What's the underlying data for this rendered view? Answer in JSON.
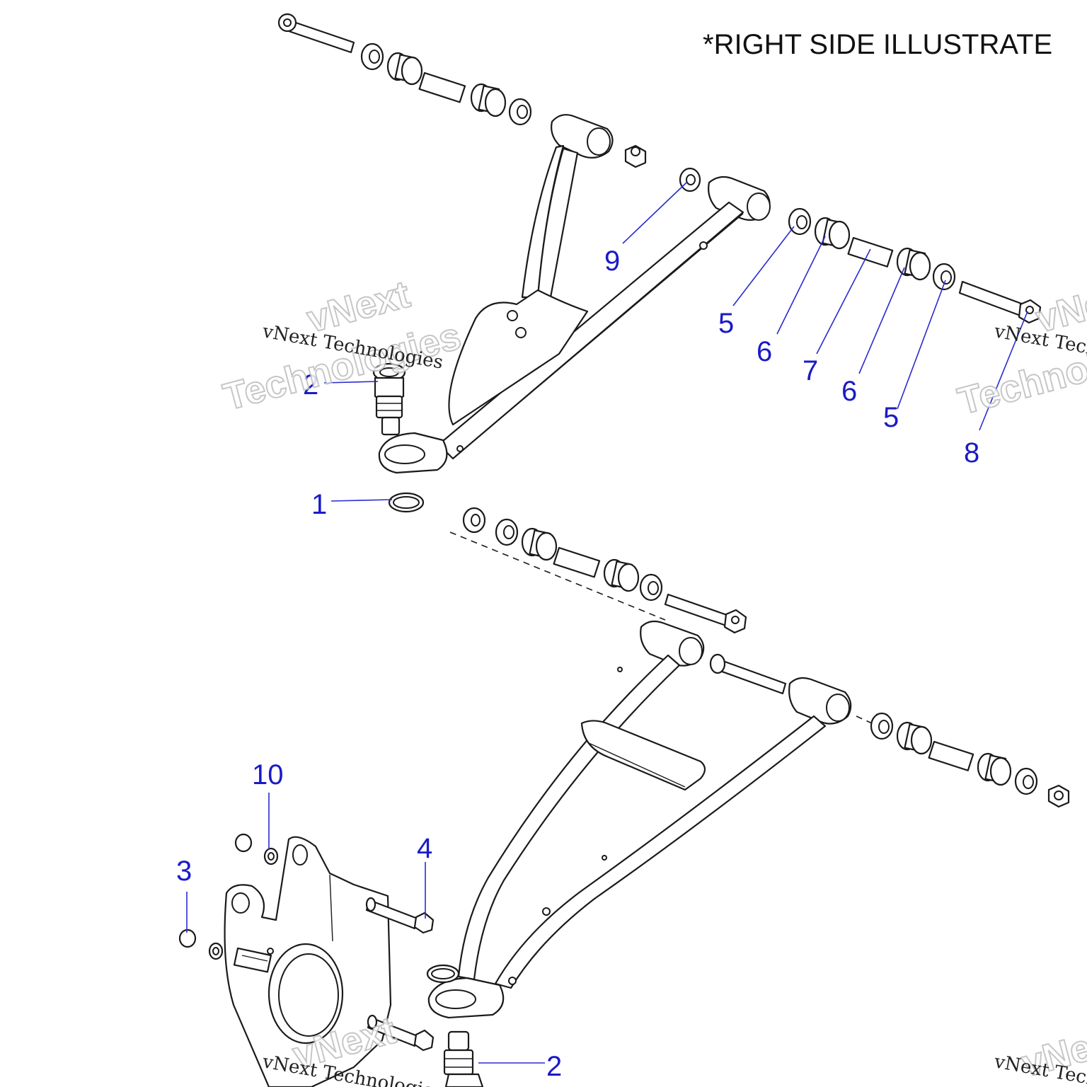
{
  "header_note": "*RIGHT SIDE ILLUSTRATE",
  "watermark": {
    "line_text": "vNext Technologies",
    "brand_word_1": "vNext",
    "brand_word_2": "Technologies"
  },
  "callouts": [
    {
      "id": "c1",
      "label": "1"
    },
    {
      "id": "c2a",
      "label": "2"
    },
    {
      "id": "c2b",
      "label": "2"
    },
    {
      "id": "c3",
      "label": "3"
    },
    {
      "id": "c4",
      "label": "4"
    },
    {
      "id": "c5a",
      "label": "5"
    },
    {
      "id": "c5b",
      "label": "5"
    },
    {
      "id": "c6a",
      "label": "6"
    },
    {
      "id": "c6b",
      "label": "6"
    },
    {
      "id": "c7",
      "label": "7"
    },
    {
      "id": "c8",
      "label": "8"
    },
    {
      "id": "c9",
      "label": "9"
    },
    {
      "id": "c10",
      "label": "10"
    }
  ],
  "colors": {
    "callout": "#1a1ac8",
    "linework": "#1a1a1a",
    "background": "#ffffff"
  }
}
